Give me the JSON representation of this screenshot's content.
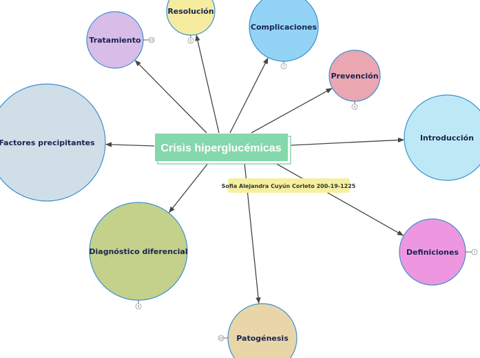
{
  "map": {
    "central": {
      "label": "Crisis hiperglucémicas",
      "color": "#85d8ab",
      "text_color": "#ffffff"
    },
    "note": {
      "label": "Sofia Alejandra Cuyún Corleto  200-19-1225",
      "color": "#f5f0a0"
    },
    "topics": [
      {
        "id": "tratamiento",
        "label": "Tratamiento",
        "color": "#d8bde8",
        "badge": "15"
      },
      {
        "id": "resolucion",
        "label": "Resolución",
        "color": "#f5eca0",
        "badge": "5"
      },
      {
        "id": "complicaciones",
        "label": "Complicaciones",
        "color": "#93d3f5",
        "badge": "7"
      },
      {
        "id": "prevencion",
        "label": "Prevención",
        "color": "#eaa6b1",
        "badge": "4"
      },
      {
        "id": "introduccion",
        "label": "Introducción",
        "color": "#bde9f6",
        "badge": null
      },
      {
        "id": "definiciones",
        "label": "Definiciones",
        "color": "#ed97e1",
        "badge": "7"
      },
      {
        "id": "patogenesis",
        "label": "Patogénesis",
        "color": "#e9d6a8",
        "badge": "20"
      },
      {
        "id": "diagnostico-diferencial",
        "label": "Diagnóstico diferencial",
        "color": "#c4d18b",
        "badge": "4"
      },
      {
        "id": "factores-precipitantes",
        "label": "Factores precipitantes",
        "color": "#d0dee7",
        "badge": null
      }
    ],
    "colors": {
      "connector": "#444444",
      "circle_border": "#3a8fd0",
      "text": "#1a2350"
    }
  }
}
